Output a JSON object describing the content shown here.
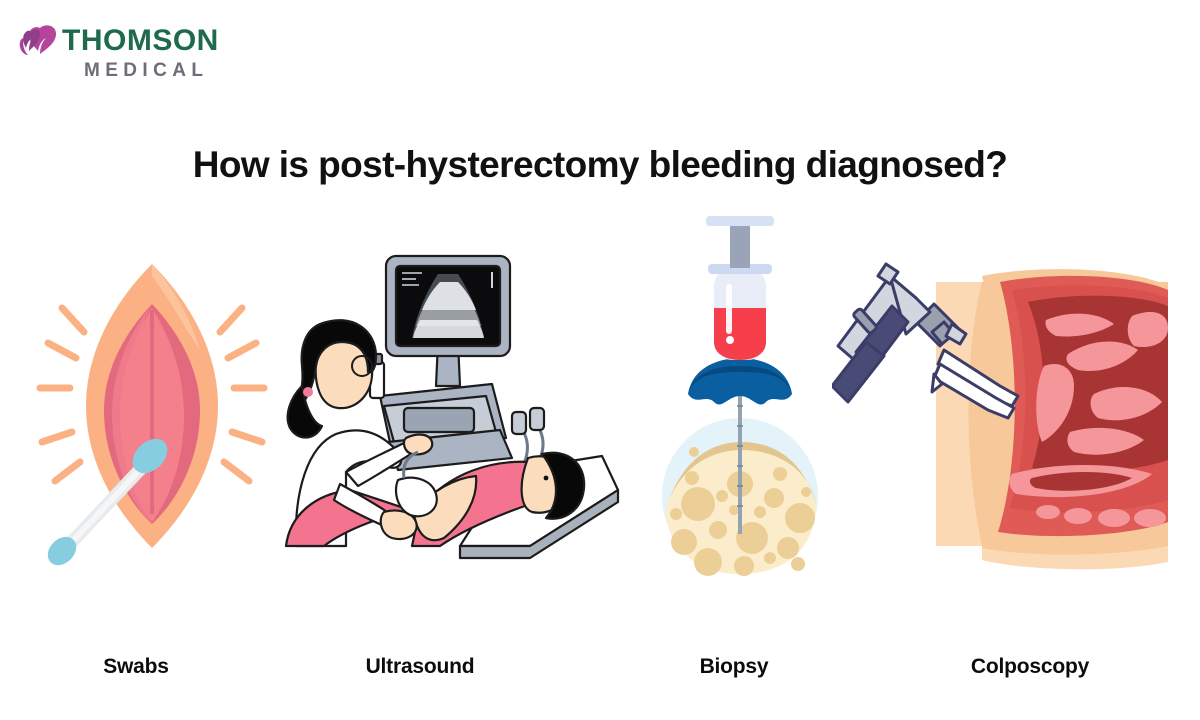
{
  "page": {
    "background_color": "#ffffff",
    "title": "How is post-hysterectomy bleeding diagnosed?",
    "title_color": "#111111"
  },
  "logo": {
    "name": "thomson-medical",
    "word_top": "THOMSON",
    "word_bottom": "MEDICAL",
    "green": "#1d6b4a",
    "gray": "#6e6e78",
    "mark_purple": "#8e3f87",
    "mark_magenta": "#b5449c",
    "mark_icon": "butterfly-heart-icon"
  },
  "items": [
    {
      "id": "swabs",
      "label": "Swabs",
      "illustration": "vulva-with-cotton-swab-illustration",
      "colors": {
        "outer": "#fbb184",
        "outer_light": "#fcc39c",
        "inner_light": "#f4808c",
        "inner_dark": "#e2697e",
        "inner_mid": "#ef7a8b",
        "swab_stick": "#e8eaec",
        "swab_tip": "#86cde0",
        "rays": "#fbb184"
      }
    },
    {
      "id": "ultrasound",
      "label": "Ultrasound",
      "illustration": "sonographer-scanning-patient-illustration",
      "colors": {
        "machine": "#aab4c2",
        "machine_light": "#c6cdd7",
        "screen": "#0b0b0d",
        "scan": "#d8dde4",
        "coat": "#ffffff",
        "pants": "#f4748f",
        "hair": "#080808",
        "skin": "#fbddbe",
        "hair_tie": "#f07a9a",
        "table": "#ffffff",
        "table_shadow": "#a9b1bd",
        "outline": "#1c1c1c"
      }
    },
    {
      "id": "biopsy",
      "label": "Biopsy",
      "illustration": "syringe-needle-biopsy-illustration",
      "colors": {
        "barrel": "#e8edf8",
        "barrel_light": "#cdd9f0",
        "plunger_rod": "#9aa3b8",
        "plunger_cap": "#d6e1f5",
        "fluid": "#f73f4c",
        "hub": "#0a5fa0",
        "hub_dark": "#074a80",
        "needle": "#94a3b0",
        "dish": "#e4f2f9",
        "tissue": "#fbedcb",
        "tissue_edge": "#e3c68d",
        "cells": "#eccf96"
      }
    },
    {
      "id": "colposcopy",
      "label": "Colposcopy",
      "illustration": "colposcope-with-speculum-anatomy-illustration",
      "colors": {
        "scope_body": "#d2d6de",
        "scope_mid": "#9aa0ad",
        "scope_handle": "#4a4a77",
        "outline": "#3c3c68",
        "skin": "#f7c89a",
        "skin_light": "#fbd9b4",
        "tissue_red": "#e05a56",
        "tissue_dark": "#a93434",
        "tissue_pink": "#f5969b",
        "tissue_mid": "#d9514e",
        "speculum": "#ffffff"
      }
    }
  ]
}
